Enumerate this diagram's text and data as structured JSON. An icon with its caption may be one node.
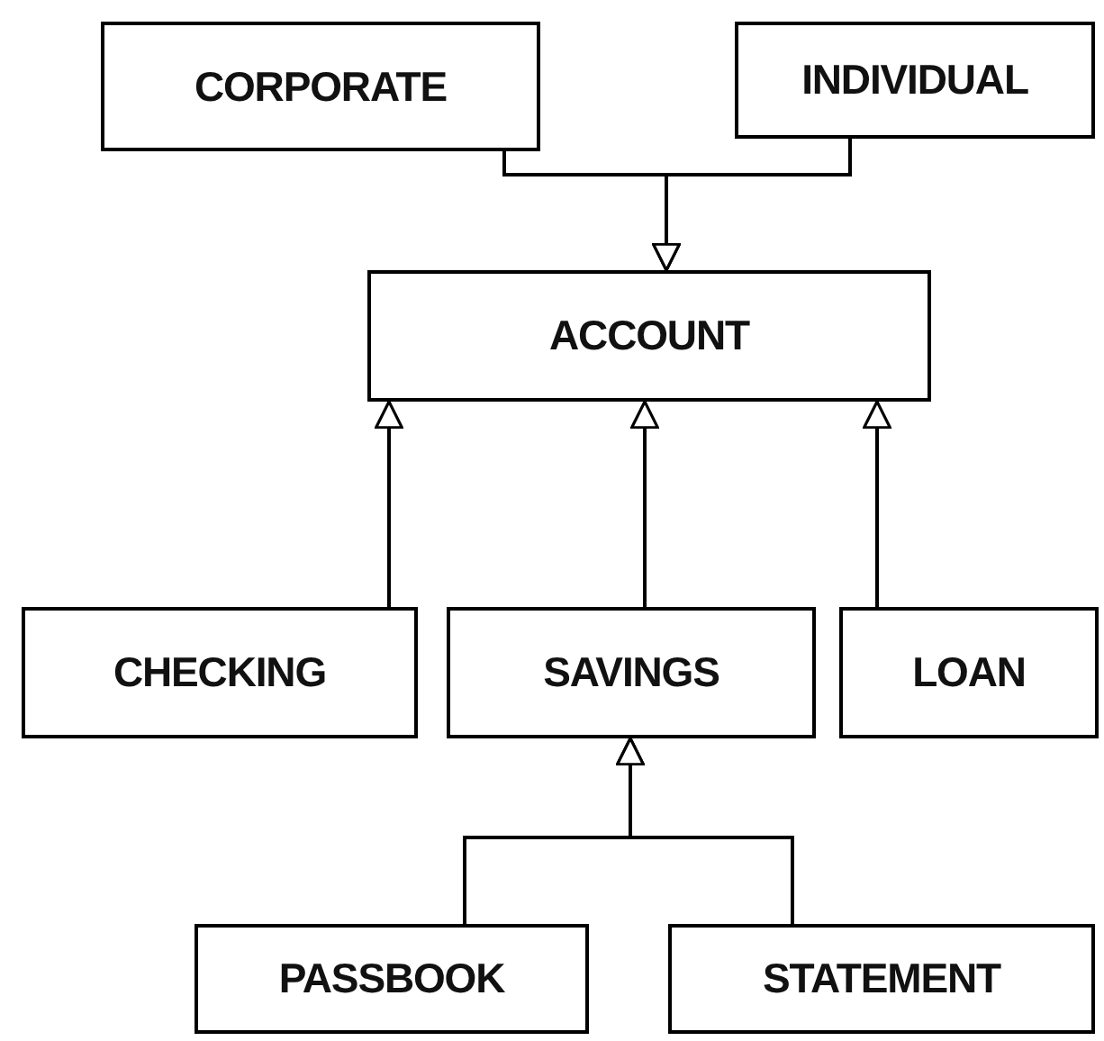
{
  "diagram": {
    "nodes": [
      {
        "text": [
          "CORPORATE"
        ]
      },
      {
        "text": [
          "INDIVIDUAL"
        ]
      },
      {
        "text": [
          "ACCOUNT"
        ]
      },
      {
        "text": [
          "CHECKING"
        ]
      },
      {
        "text": [
          "SAVINGS"
        ]
      },
      {
        "text": [
          "LOAN"
        ]
      },
      {
        "text": [
          "PASSBOOK"
        ]
      },
      {
        "text": [
          "STATEMENT"
        ]
      }
    ],
    "edges": [
      {
        "from": 0,
        "to": 2,
        "arrow": "to"
      },
      {
        "from": 1,
        "to": 2,
        "arrow": "to"
      },
      {
        "from": 3,
        "to": 2,
        "arrow": "to"
      },
      {
        "from": 4,
        "to": 2,
        "arrow": "to"
      },
      {
        "from": 5,
        "to": 2,
        "arrow": "to"
      },
      {
        "from": 6,
        "to": 4,
        "arrow": "to"
      },
      {
        "from": 7,
        "to": 4,
        "arrow": "to"
      }
    ]
  }
}
